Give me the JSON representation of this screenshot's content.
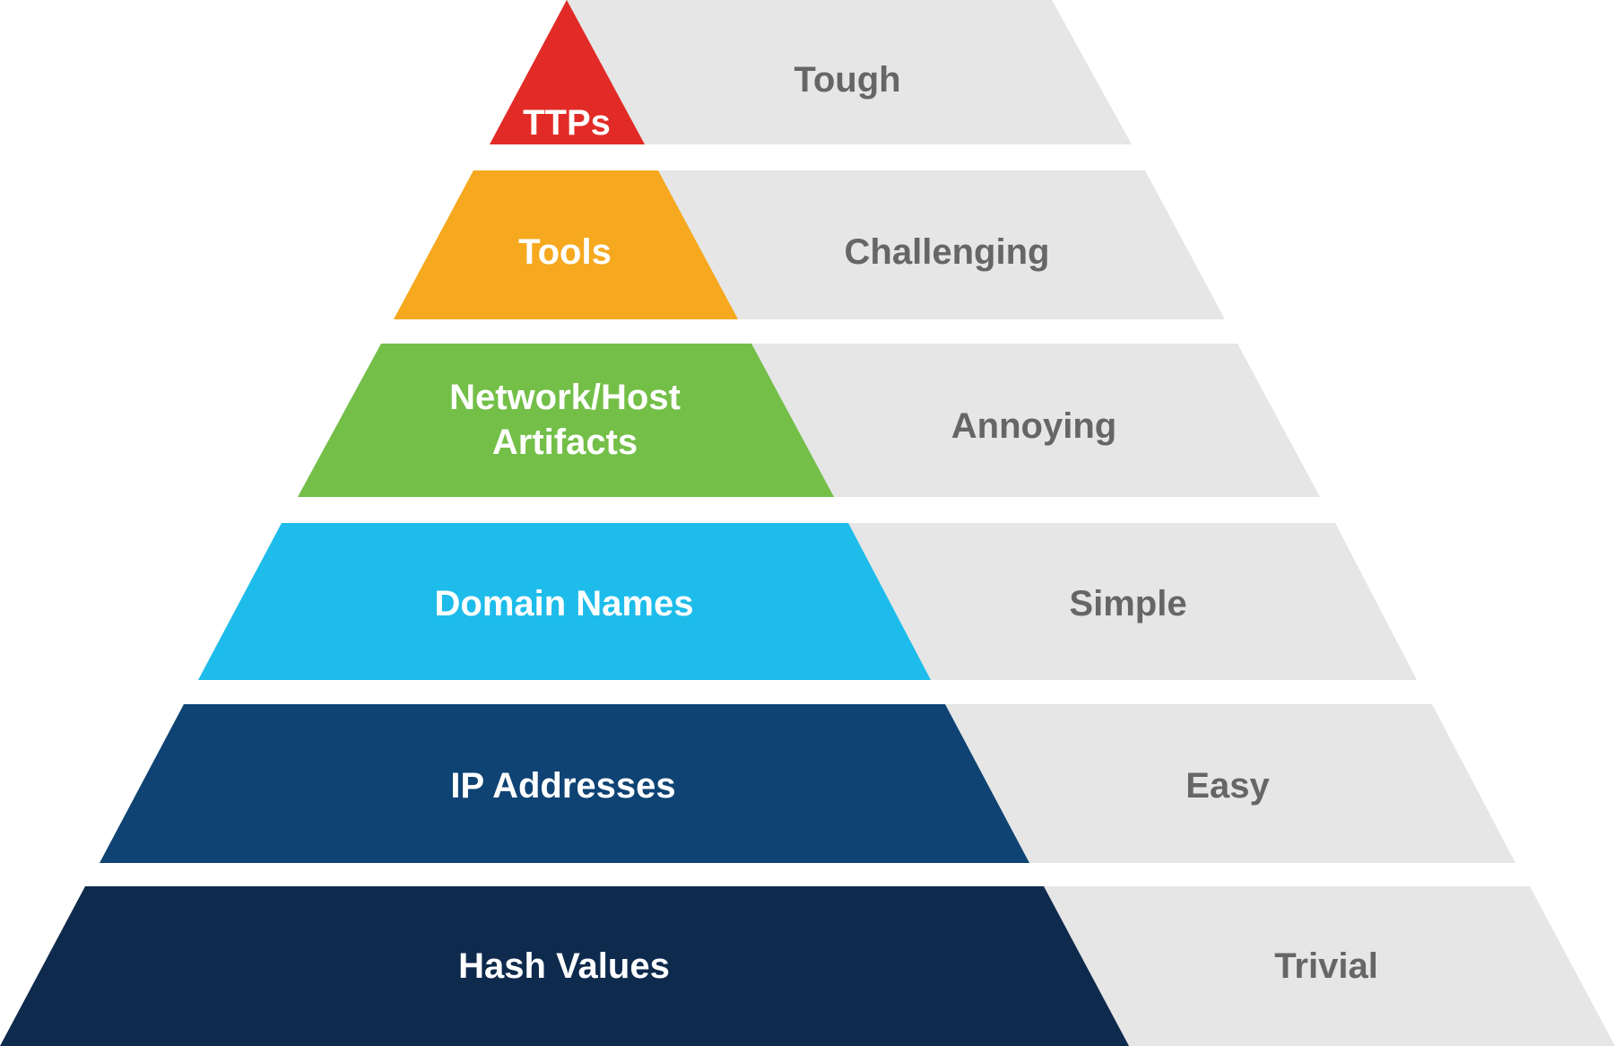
{
  "diagram": {
    "levels": [
      {
        "indicator": [
          "TTPs"
        ],
        "difficulty": "Tough",
        "color": "#E22B26"
      },
      {
        "indicator": [
          "Tools"
        ],
        "difficulty": "Challenging",
        "color": "#F6A81E"
      },
      {
        "indicator": [
          "Network/Host",
          "Artifacts"
        ],
        "difficulty": "Annoying",
        "color": "#73BF48"
      },
      {
        "indicator": [
          "Domain Names"
        ],
        "difficulty": "Simple",
        "color": "#1EBCEA"
      },
      {
        "indicator": [
          "IP Addresses"
        ],
        "difficulty": "Easy",
        "color": "#0E4373"
      },
      {
        "indicator": [
          "Hash Values"
        ],
        "difficulty": "Trivial",
        "color": "#0E2A4D"
      }
    ],
    "difficulty_fill": "#E6E6E6",
    "difficulty_text_color": "#666666",
    "indicator_text_color": "#FFFFFF"
  }
}
